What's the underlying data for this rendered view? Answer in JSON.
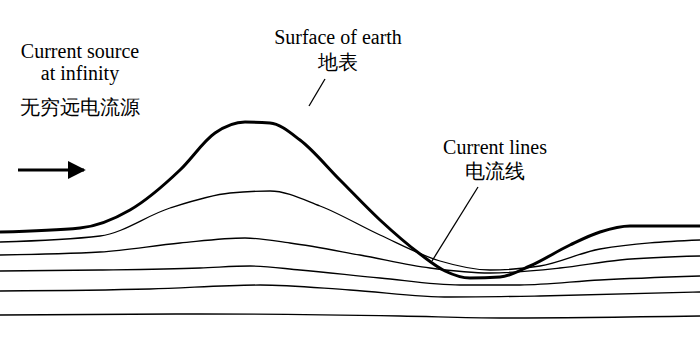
{
  "diagram": {
    "labels": [
      "Current source at infinity",
      "无穷远电流源",
      "Surface of earth",
      "地表",
      "Current lines",
      "电流线"
    ]
  }
}
